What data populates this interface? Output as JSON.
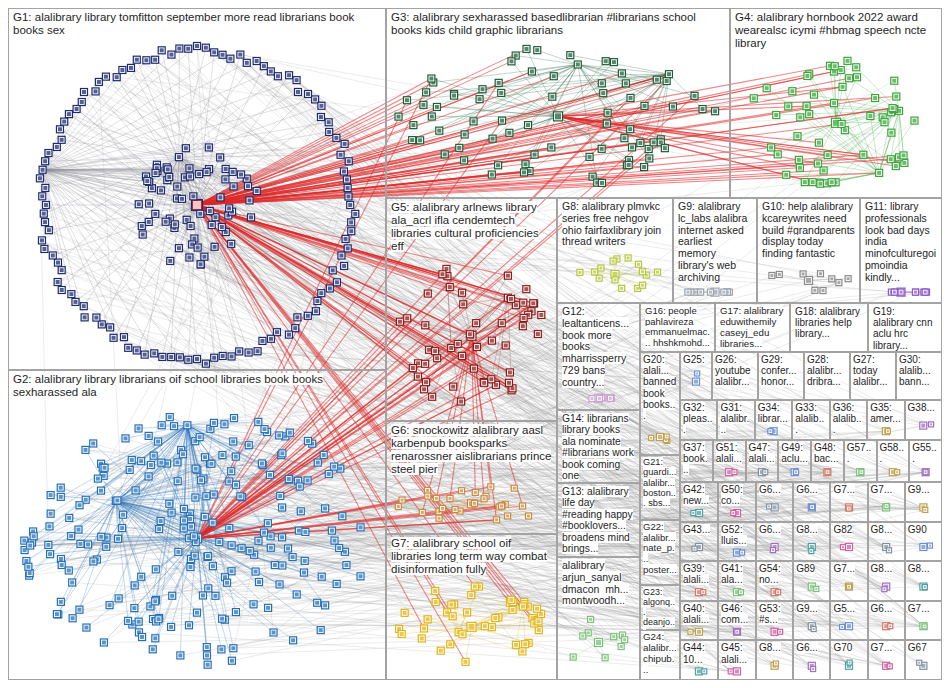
{
  "diagram": {
    "nodes": [
      {
        "text": [
          "G1: alalibrary library tomfitton september more read librarians book books sex"
        ]
      },
      {
        "text": [
          "G3: alalibrary sexharassed basedlibrarian #librarians school books kids child graphic librarians"
        ]
      },
      {
        "text": [
          "G4: alalibrary hornbook 2022 award wearealsc icymi #hbmag speech ncte library"
        ]
      },
      {
        "text": [
          "G5: alalibrary arlnews library ala_acrl ifla cendemtech libraries cultural proficiencies eff"
        ]
      },
      {
        "text": [
          "G8: alalibrary plmvkc series free nehgov ohio fairfaxlibrary join thread writers"
        ]
      },
      {
        "text": [
          "G9: alalibrary lc_labs alalibra internet asked earliest memory library's web archiving"
        ]
      },
      {
        "text": [
          "G10: help alalibrary kcareywrites need build #grandparents display today finding fantastic"
        ]
      },
      {
        "text": [
          "G11: library professionals look bad days india minofculturegoi pmoindia kindly..."
        ]
      },
      {
        "text": [
          "G2: alalibrary library librarians oif school libraries book books sexharassed ala"
        ]
      },
      {
        "text": [
          "G6: snockowitz alalibrary aasl karbenpub booksparks renarossner aislibrarians prince steel pier"
        ]
      },
      {
        "text": [
          "G7: alalibrary school oif libraries long term way combat disinformation fully"
        ]
      },
      {
        "text": [
          "G12: lealtanticens... book more books mharrissperry 729 bans country..."
        ]
      },
      {
        "text": [
          "G16: people pahlavireza emmanuelmac... hhshkmohd..."
        ]
      },
      {
        "text": [
          "G17: alalibrary eduwithemily caseyj_edu libraries..."
        ]
      },
      {
        "text": [
          "G18: alalibrary libraries help library..."
        ]
      },
      {
        "text": [
          "G19: alalibrary cnn aclu hrc library..."
        ]
      },
      {
        "text": [
          "G14: librarians library books ala nominate #librarians work book coming one"
        ]
      },
      {
        "text": [
          "G13: alalibrary life day #reading happy #booklovers... broadens mind brings..."
        ]
      },
      {
        "text": [
          "alalibrary arjun_sanyal dmacon_mh... montwoodh..."
        ]
      },
      {
        "text": [
          "G20: alali... banned book books..."
        ]
      },
      {
        "text": [
          "G21: guardi... alalibr... boston... sbs..."
        ]
      },
      {
        "text": [
          "G22: alalibr... nate_p... poster..."
        ]
      },
      {
        "text": [
          "G23: algonq... deanjo..."
        ]
      },
      {
        "text": [
          "G24: alalibr... chipub..."
        ]
      },
      {
        "text": [
          "G25:"
        ]
      },
      {
        "text": [
          "G26: youtube alalibr..."
        ]
      },
      {
        "text": [
          "G29: confer... honor..."
        ]
      },
      {
        "text": [
          "G28: alalibr... dribra..."
        ]
      },
      {
        "text": [
          "G27: today alalibr..."
        ]
      },
      {
        "text": [
          "G30: alalib... bann..."
        ]
      },
      {
        "text": [
          "G32: pleas..."
        ]
      },
      {
        "text": [
          "G31: alalibr..."
        ]
      },
      {
        "text": [
          "G34: librar..."
        ]
      },
      {
        "text": [
          "G33: alalib..."
        ]
      },
      {
        "text": [
          "G36: alalib..."
        ]
      },
      {
        "text": [
          "G35: amer..."
        ]
      },
      {
        "text": [
          "G38..."
        ]
      },
      {
        "text": [
          "G37: book..."
        ]
      },
      {
        "text": [
          "G51: alali..."
        ]
      },
      {
        "text": [
          "G47: alali..."
        ]
      },
      {
        "text": [
          "G49: aclu..."
        ]
      },
      {
        "text": [
          "G48: bac..."
        ]
      },
      {
        "text": [
          "G57..."
        ]
      },
      {
        "text": [
          "G58..."
        ]
      },
      {
        "text": [
          "G55..."
        ]
      },
      {
        "text": [
          "G42: new..."
        ]
      },
      {
        "text": [
          "G50: co..."
        ]
      },
      {
        "text": [
          "G43..."
        ]
      },
      {
        "text": [
          "G52: lluis..."
        ]
      },
      {
        "text": [
          "G39: alali..."
        ]
      },
      {
        "text": [
          "G41: ala..."
        ]
      },
      {
        "text": [
          "G40: alali..."
        ]
      },
      {
        "text": [
          "G46: com..."
        ]
      },
      {
        "text": [
          "G44: 10..."
        ]
      },
      {
        "text": [
          "G45: alali..."
        ]
      },
      {
        "text": [
          "G6..."
        ]
      },
      {
        "text": [
          "G6..."
        ]
      },
      {
        "text": [
          "G7..."
        ]
      },
      {
        "text": [
          "G7..."
        ]
      },
      {
        "text": [
          "G9..."
        ]
      },
      {
        "text": [
          "G6..."
        ]
      },
      {
        "text": [
          "G8..."
        ]
      },
      {
        "text": [
          "G82"
        ]
      },
      {
        "text": [
          "G8..."
        ]
      },
      {
        "text": [
          "G90"
        ]
      },
      {
        "text": [
          "G54: no..."
        ]
      },
      {
        "text": [
          "G89"
        ]
      },
      {
        "text": [
          "G7..."
        ]
      },
      {
        "text": [
          "G8..."
        ]
      },
      {
        "text": [
          "G8..."
        ]
      },
      {
        "text": [
          "G53: #s..."
        ]
      },
      {
        "text": [
          "G9..."
        ]
      },
      {
        "text": [
          "G5..."
        ]
      },
      {
        "text": [
          "G6..."
        ]
      },
      {
        "text": [
          "G7..."
        ]
      },
      {
        "text": [
          "G8..."
        ]
      },
      {
        "text": [
          "G6..."
        ]
      },
      {
        "text": [
          "G70"
        ]
      },
      {
        "text": [
          "G7..."
        ]
      },
      {
        "text": [
          "G67"
        ]
      }
    ]
  }
}
